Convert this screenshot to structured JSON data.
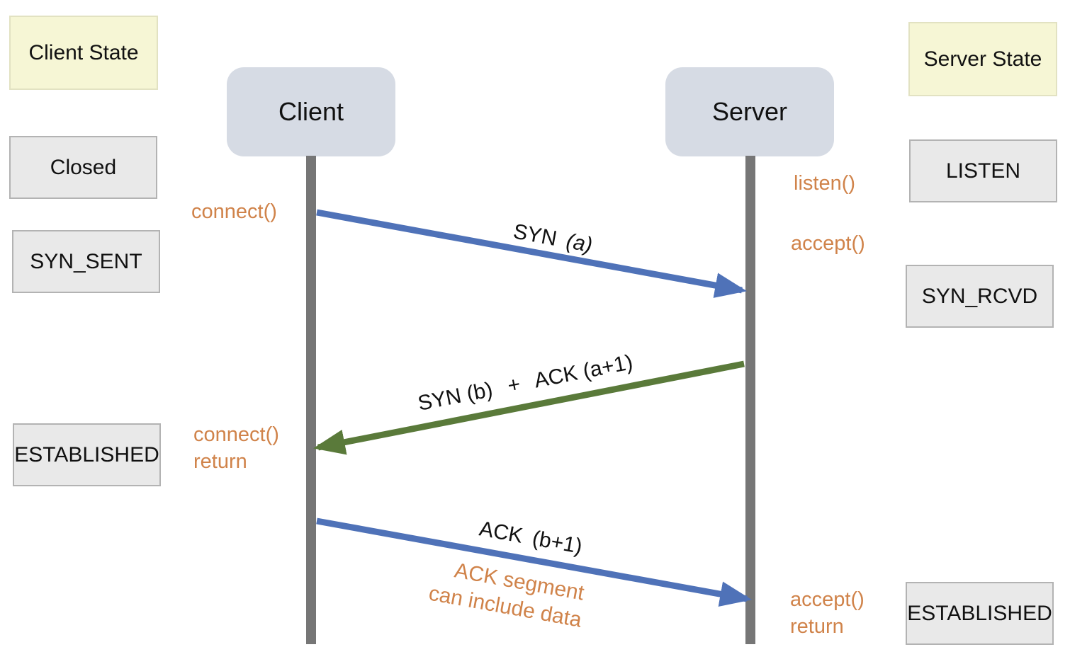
{
  "headers": {
    "client_state": "Client State",
    "server_state": "Server State"
  },
  "actors": {
    "client": "Client",
    "server": "Server"
  },
  "client_states": [
    "Closed",
    "SYN_SENT",
    "ESTABLISHED"
  ],
  "server_states": [
    "LISTEN",
    "SYN_RCVD",
    "ESTABLISHED"
  ],
  "client_calls": {
    "connect": "connect()",
    "connect_return_1": "connect()",
    "connect_return_2": "return"
  },
  "server_calls": {
    "listen": "listen()",
    "accept": "accept()",
    "accept_return_1": "accept()",
    "accept_return_2": "return"
  },
  "messages": {
    "syn_label": "SYN",
    "syn_arg": "(a)",
    "synack_syn": "SYN (b)",
    "synack_plus": "+",
    "synack_ack": "ACK (a+1)",
    "ack_label": "ACK",
    "ack_arg": "(b+1)"
  },
  "note": {
    "line1": "ACK segment",
    "line2": "can include data"
  },
  "colors": {
    "syn_arrow": "#4f72b8",
    "synack_arrow": "#5a7a3a",
    "ack_arrow": "#4f72b8",
    "call_text": "#d0834a"
  }
}
